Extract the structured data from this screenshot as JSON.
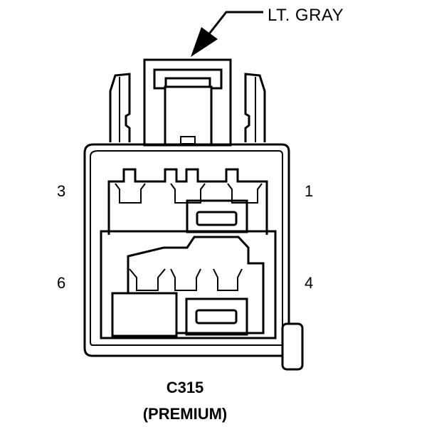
{
  "callout": {
    "color_label": "LT. GRAY"
  },
  "pins": {
    "top_left": "3",
    "top_right": "1",
    "bottom_left": "6",
    "bottom_right": "4"
  },
  "connector": {
    "id": "C315",
    "variant": "(PREMIUM)"
  }
}
